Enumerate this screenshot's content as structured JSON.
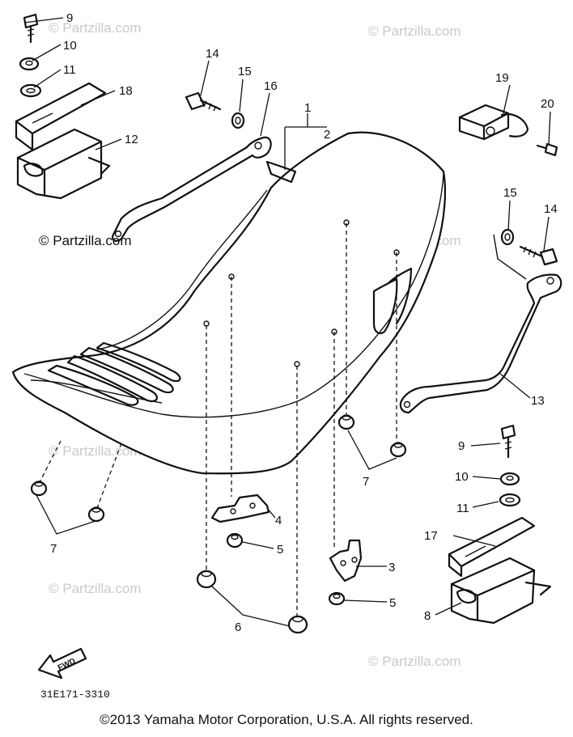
{
  "watermarks": {
    "light": "© Partzilla.com",
    "dark": "© Partzilla.com"
  },
  "callouts": {
    "c1": "1",
    "c2": "2",
    "c3": "3",
    "c4": "4",
    "c5a": "5",
    "c5b": "5",
    "c6": "6",
    "c7a": "7",
    "c7b": "7",
    "c8": "8",
    "c9a": "9",
    "c9b": "9",
    "c10a": "10",
    "c10b": "10",
    "c11a": "11",
    "c11b": "11",
    "c12": "12",
    "c13": "13",
    "c14a": "14",
    "c14b": "14",
    "c15a": "15",
    "c15b": "15",
    "c16": "16",
    "c17": "17",
    "c18": "18",
    "c19": "19",
    "c20": "20"
  },
  "fwd_label": "FWD",
  "diagram_code": "31E171-3310",
  "copyright": "©2013  Yamaha Motor Corporation, U.S.A. All rights reserved."
}
